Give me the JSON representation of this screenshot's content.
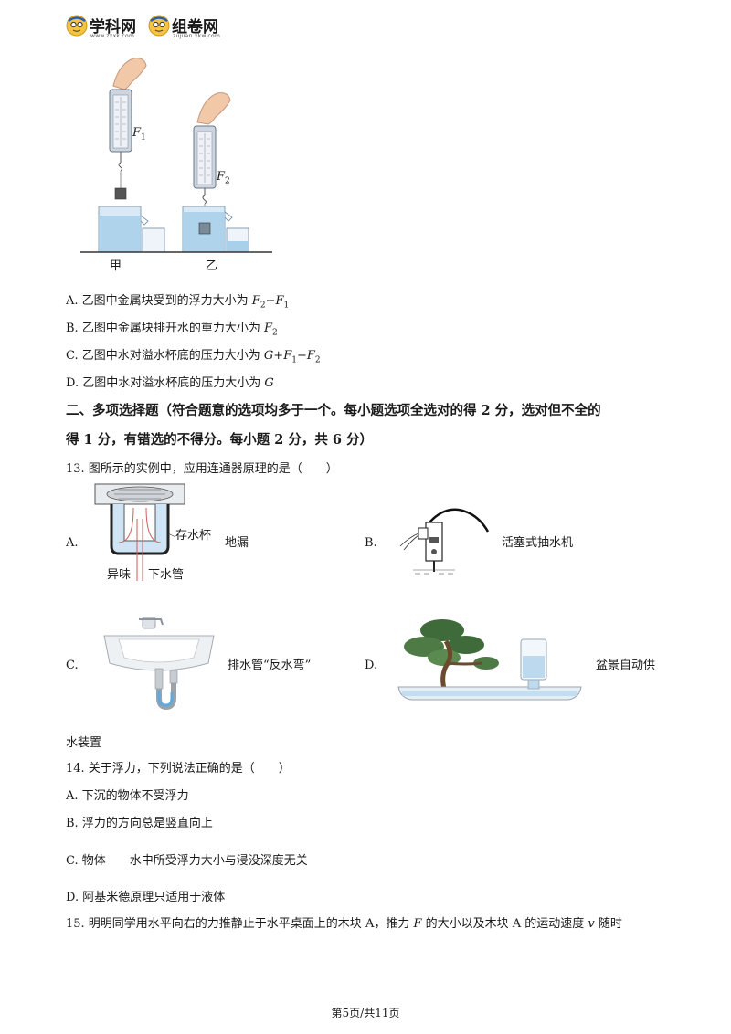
{
  "header": {
    "logo1_text": "学科网",
    "logo1_url": "www.zxxk.com",
    "logo2_text": "组卷网",
    "logo2_url": "zujuan.xkw.com"
  },
  "figure_q12": {
    "label_left": "甲",
    "label_right": "乙",
    "f1": "F",
    "f1_sub": "1",
    "f2": "F",
    "f2_sub": "2"
  },
  "q12_options": {
    "a_pre": "A.  乙图中金属块受到的浮力大小为 ",
    "b_pre": "B.  乙图中金属块排开水的重力大小为 ",
    "c_pre": "C.  乙图中水对溢水杯底的压力大小为 ",
    "d_pre": "D.  乙图中水对溢水杯底的压力大小为 ",
    "d_var": "G"
  },
  "section2": {
    "line1": "二、多项选择题（符合题意的选项均多于一个。每小题选项全选对的得 2 分，选对但不全的",
    "line2": "得 1 分，有错选的不得分。每小题 2 分，共 6 分）"
  },
  "q13": {
    "stem": "13.  图所示的实例中，应用连通器原理的是（　　）",
    "a_letter": "A.",
    "a_caption": "地漏",
    "a_label_cup": "存水杯",
    "a_label_smell": "异味",
    "a_label_pipe": "下水管",
    "b_letter": "B.",
    "b_caption": "活塞式抽水机",
    "c_letter": "C.",
    "c_caption": "排水管“反水弯”",
    "d_letter": "D.",
    "d_caption": "盆景自动供",
    "d_caption_cont": "水装置"
  },
  "q14": {
    "stem": "14.  关于浮力，下列说法正确的是（　　）",
    "a": "A.  下沉的物体不受浮力",
    "b": "B.  浮力的方向总是竖直向上",
    "c_pre": "C.  物体",
    "c_post": "水中所受浮力大小与浸没深度无关",
    "d": "D.  阿基米德原理只适用于液体"
  },
  "q15": {
    "stem_a": "15.  明明同学用水平向右的力推静止于水平桌面上的木块 A，推力 ",
    "stem_var_f": "F",
    "stem_b": " 的大小以及木块 A 的运动速度 ",
    "stem_var_v": "v",
    "stem_c": " 随时"
  },
  "footer": {
    "page": "第5页/共11页"
  }
}
